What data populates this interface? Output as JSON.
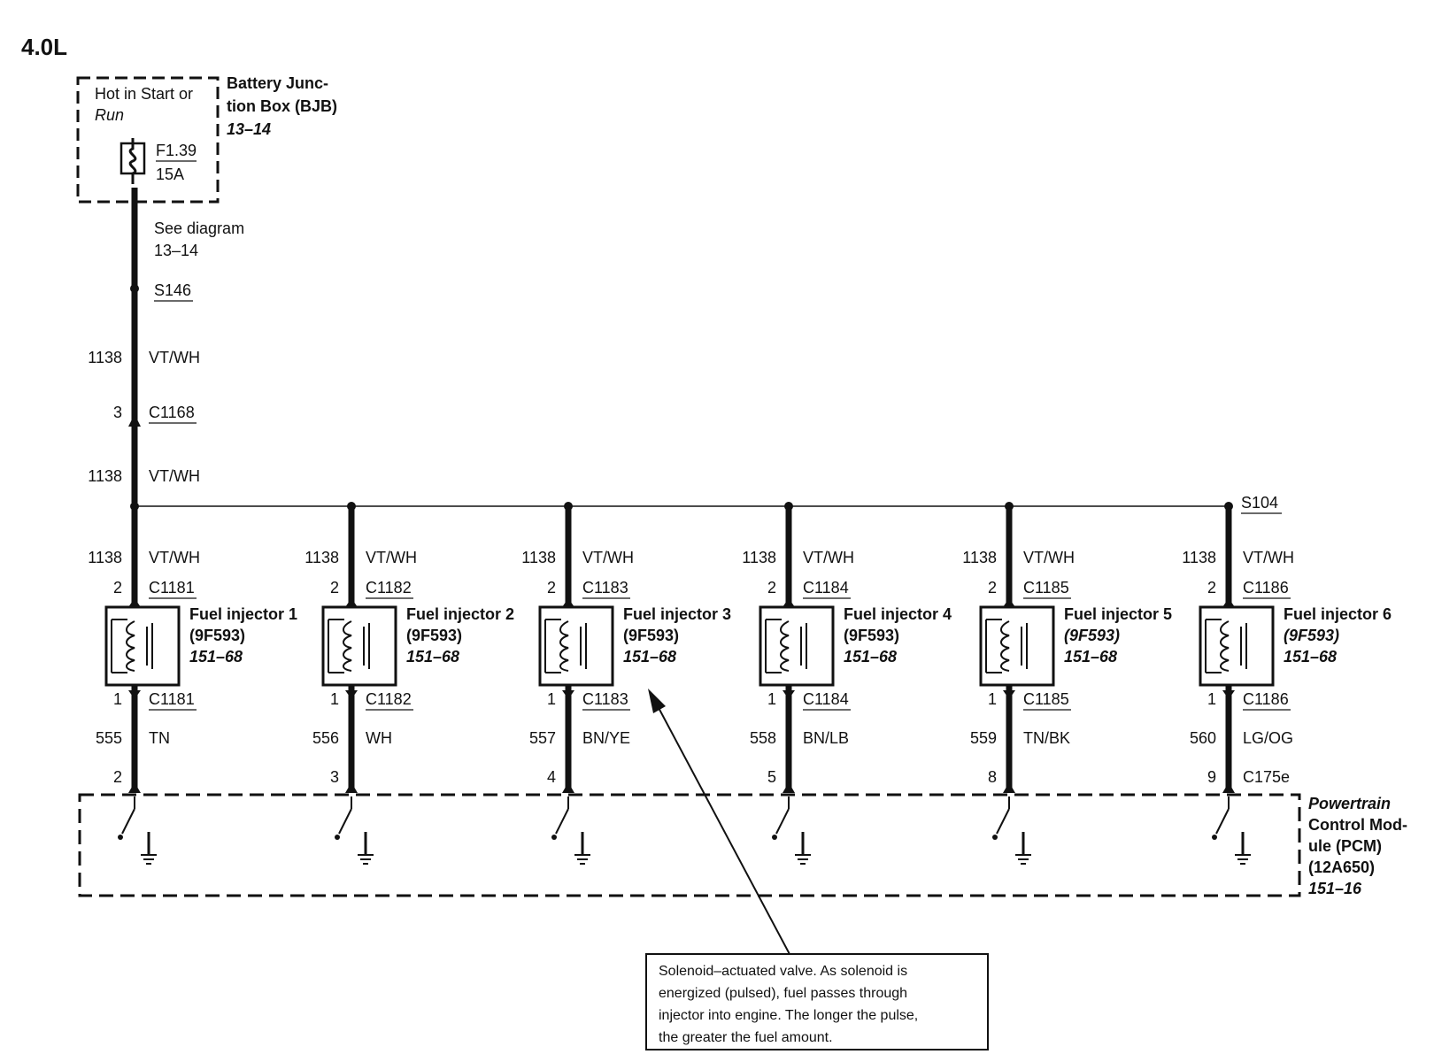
{
  "title": "4.0L",
  "bjb": {
    "hot_line1": "Hot in Start or",
    "hot_line2": "Run",
    "name_line1": "Battery Junc-",
    "name_line2": "tion Box (BJB)",
    "ref": "13–14",
    "fuse_id": "F1.39",
    "fuse_rating": "15A"
  },
  "see_diagram": {
    "line1": "See diagram",
    "line2": "13–14"
  },
  "splices": {
    "upper": "S146",
    "bus": "S104"
  },
  "feed": [
    {
      "circuit": "1138",
      "color": "VT/WH"
    },
    {
      "circuit": "1138",
      "color": "VT/WH"
    }
  ],
  "feed_connector": {
    "pin": "3",
    "id": "C1168"
  },
  "injectors": [
    {
      "name": "Fuel injector 1",
      "part": "(9F593)",
      "ref": "151–68",
      "in_circuit": "1138",
      "in_color": "VT/WH",
      "in_pin": "2",
      "connector": "C1181",
      "out_pin": "1",
      "out_connector": "C1181",
      "out_circuit": "555",
      "out_color": "TN",
      "pcm_pin": "2"
    },
    {
      "name": "Fuel injector 2",
      "part": "(9F593)",
      "ref": "151–68",
      "in_circuit": "1138",
      "in_color": "VT/WH",
      "in_pin": "2",
      "connector": "C1182",
      "out_pin": "1",
      "out_connector": "C1182",
      "out_circuit": "556",
      "out_color": "WH",
      "pcm_pin": "3"
    },
    {
      "name": "Fuel injector 3",
      "part": "(9F593)",
      "ref": "151–68",
      "in_circuit": "1138",
      "in_color": "VT/WH",
      "in_pin": "2",
      "connector": "C1183",
      "out_pin": "1",
      "out_connector": "C1183",
      "out_circuit": "557",
      "out_color": "BN/YE",
      "pcm_pin": "4"
    },
    {
      "name": "Fuel injector 4",
      "part": "(9F593)",
      "ref": "151–68",
      "in_circuit": "1138",
      "in_color": "VT/WH",
      "in_pin": "2",
      "connector": "C1184",
      "out_pin": "1",
      "out_connector": "C1184",
      "out_circuit": "558",
      "out_color": "BN/LB",
      "pcm_pin": "5"
    },
    {
      "name": "Fuel injector 5",
      "part": "(9F593)",
      "ref": "151–68",
      "in_circuit": "1138",
      "in_color": "VT/WH",
      "in_pin": "2",
      "connector": "C1185",
      "out_pin": "1",
      "out_connector": "C1185",
      "out_circuit": "559",
      "out_color": "TN/BK",
      "pcm_pin": "8"
    },
    {
      "name": "Fuel injector 6",
      "part": "(9F593)",
      "ref": "151–68",
      "in_circuit": "1138",
      "in_color": "VT/WH",
      "in_pin": "2",
      "connector": "C1186",
      "out_pin": "1",
      "out_connector": "C1186",
      "out_circuit": "560",
      "out_color": "LG/OG",
      "pcm_pin": "9"
    }
  ],
  "pcm": {
    "connector": "C175e",
    "name_line1": "Powertrain",
    "name_line2": "Control Mod-",
    "name_line3": "ule (PCM)",
    "part": "(12A650)",
    "ref": "151–16"
  },
  "note": {
    "line1": "Solenoid–actuated valve. As solenoid is",
    "line2": "energized (pulsed), fuel passes through",
    "line3": "injector into engine. The longer the pulse,",
    "line4": "the greater the fuel amount."
  }
}
